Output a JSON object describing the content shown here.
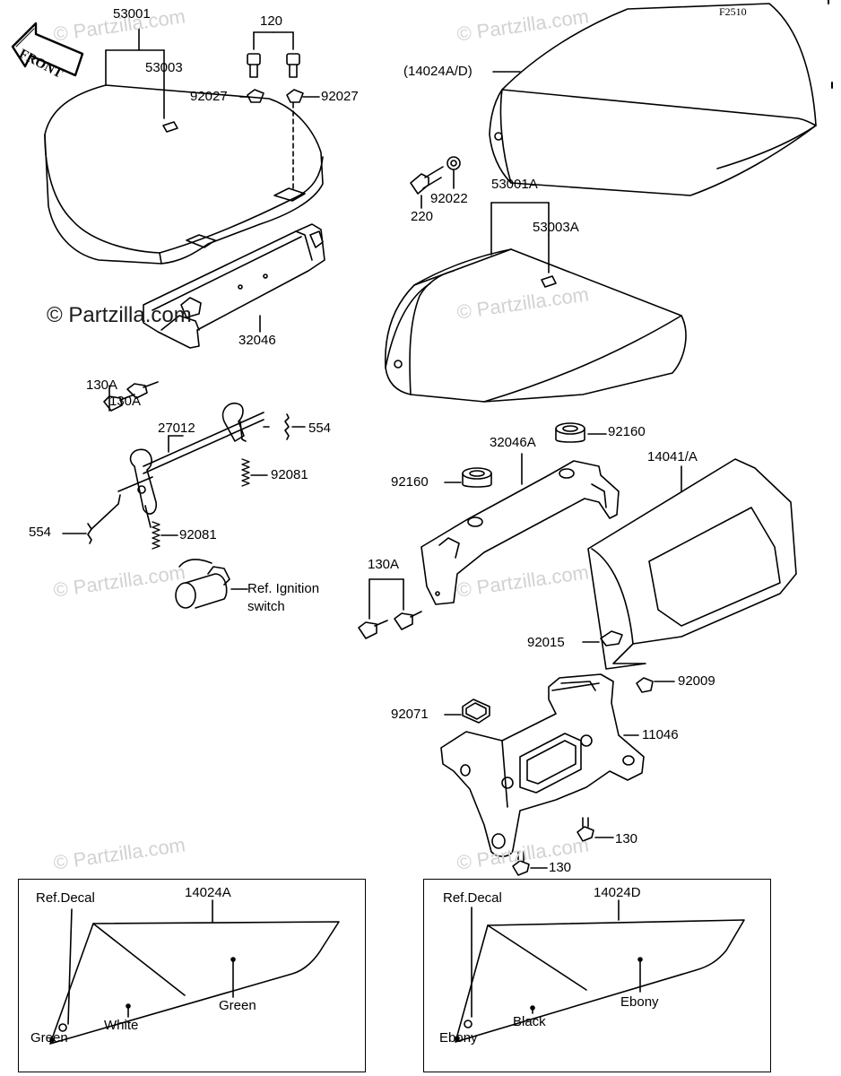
{
  "diagram": {
    "figure_code": "F2510",
    "orientation_label": "FRONT",
    "watermarks": {
      "main": "© Partzilla.com",
      "faint": "© Partzilla.com"
    },
    "parts": [
      {
        "id": "53001",
        "text": "53001"
      },
      {
        "id": "53003",
        "text": "53003"
      },
      {
        "id": "120",
        "text": "120"
      },
      {
        "id": "92027a",
        "text": "92027"
      },
      {
        "id": "92027b",
        "text": "92027"
      },
      {
        "id": "14024AD",
        "text": "(14024A/D)"
      },
      {
        "id": "220",
        "text": "220"
      },
      {
        "id": "92022",
        "text": "92022"
      },
      {
        "id": "53001A",
        "text": "53001A"
      },
      {
        "id": "53003A",
        "text": "53003A"
      },
      {
        "id": "32046",
        "text": "32046"
      },
      {
        "id": "130Aa",
        "text": "130A"
      },
      {
        "id": "130Ab",
        "text": "130A"
      },
      {
        "id": "27012",
        "text": "27012"
      },
      {
        "id": "554a",
        "text": "554"
      },
      {
        "id": "92081a",
        "text": "92081"
      },
      {
        "id": "554b",
        "text": "554"
      },
      {
        "id": "92081b",
        "text": "92081"
      },
      {
        "id": "ignition",
        "text": "Ref. Ignition\nswitch"
      },
      {
        "id": "92160a",
        "text": "92160"
      },
      {
        "id": "32046A",
        "text": "32046A"
      },
      {
        "id": "92160b",
        "text": "92160"
      },
      {
        "id": "14041A",
        "text": "14041/A"
      },
      {
        "id": "130Ac",
        "text": "130A"
      },
      {
        "id": "92015",
        "text": "92015"
      },
      {
        "id": "92009",
        "text": "92009"
      },
      {
        "id": "92071",
        "text": "92071"
      },
      {
        "id": "11046",
        "text": "11046"
      },
      {
        "id": "130a",
        "text": "130"
      },
      {
        "id": "130b",
        "text": "130"
      }
    ],
    "insets": [
      {
        "part": "14024A",
        "decal": "Ref.Decal",
        "colors": {
          "tip": "Green",
          "lower": "White",
          "main": "Green"
        }
      },
      {
        "part": "14024D",
        "decal": "Ref.Decal",
        "colors": {
          "tip": "Ebony",
          "lower": "Black",
          "main": "Ebony"
        }
      }
    ]
  }
}
